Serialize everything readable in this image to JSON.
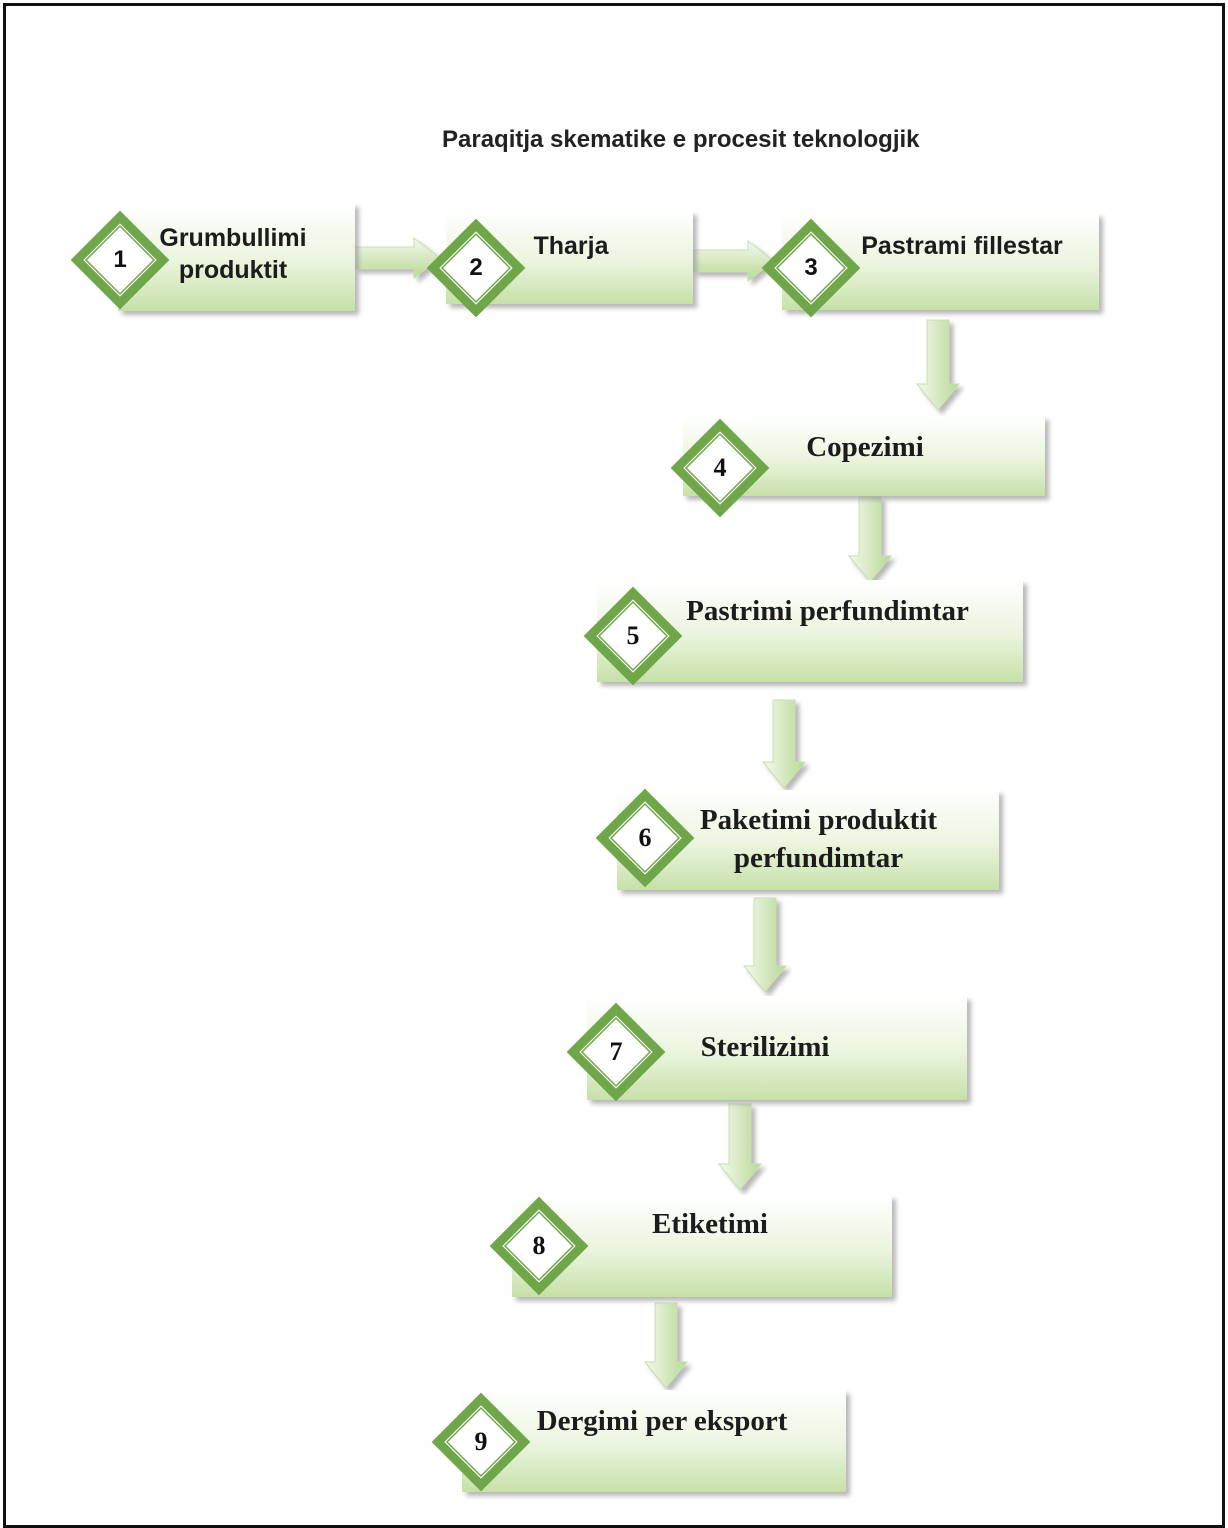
{
  "title": "Paraqitja skematike e procesit teknologjik",
  "colors": {
    "box_top": "#ffffff",
    "box_bottom": "#c6e0a8",
    "box_shadow": "#b2b2b2",
    "diamond_stroke": "#6fa64a",
    "arrow_fill_light": "#f2f8ea",
    "arrow_fill_dark": "#b5d68e",
    "frame": "#111111"
  },
  "steps": [
    {
      "number": "1",
      "line1": "Grumbullimi",
      "line2": "produktit"
    },
    {
      "number": "2",
      "line1": "Tharja",
      "line2": ""
    },
    {
      "number": "3",
      "line1": "Pastrami fillestar",
      "line2": ""
    },
    {
      "number": "4",
      "line1": "Copezimi",
      "line2": ""
    },
    {
      "number": "5",
      "line1": "Pastrimi perfundimtar",
      "line2": ""
    },
    {
      "number": "6",
      "line1": "Paketimi produktit",
      "line2": "perfundimtar"
    },
    {
      "number": "7",
      "line1": "Sterilizimi",
      "line2": ""
    },
    {
      "number": "8",
      "line1": "Etiketimi",
      "line2": ""
    },
    {
      "number": "9",
      "line1": "Dergimi per eksport",
      "line2": ""
    }
  ]
}
